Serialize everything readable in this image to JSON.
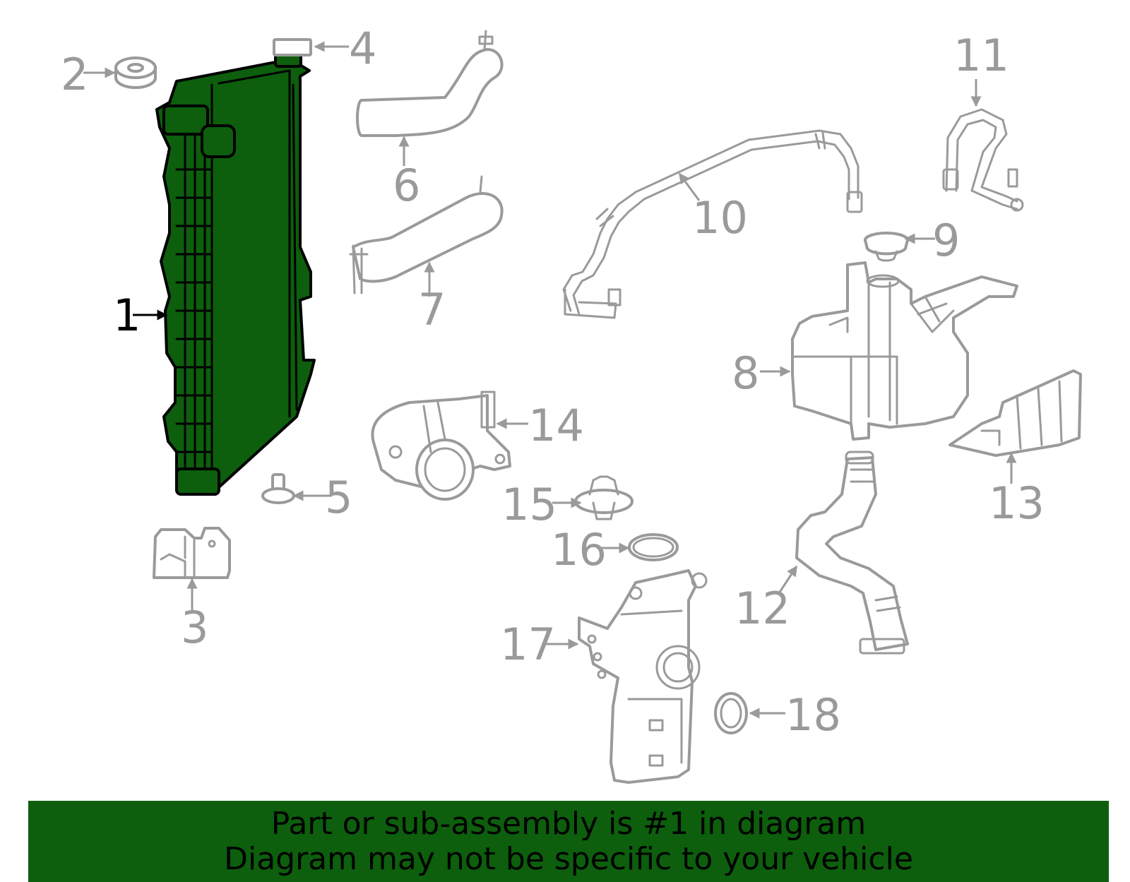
{
  "colors": {
    "highlight_fill": "#0d5e0d",
    "part_stroke": "#9a9a9a",
    "label_highlight": "#000000",
    "banner_bg": "#0d5e0d"
  },
  "callouts": {
    "c1": "1",
    "c2": "2",
    "c3": "3",
    "c4": "4",
    "c5": "5",
    "c6": "6",
    "c7": "7",
    "c8": "8",
    "c9": "9",
    "c10": "10",
    "c11": "11",
    "c12": "12",
    "c13": "13",
    "c14": "14",
    "c15": "15",
    "c16": "16",
    "c17": "17",
    "c18": "18"
  },
  "banner": {
    "line1": "Part or sub-assembly is #1 in diagram",
    "line2": "Diagram may not be specific to your vehicle"
  }
}
